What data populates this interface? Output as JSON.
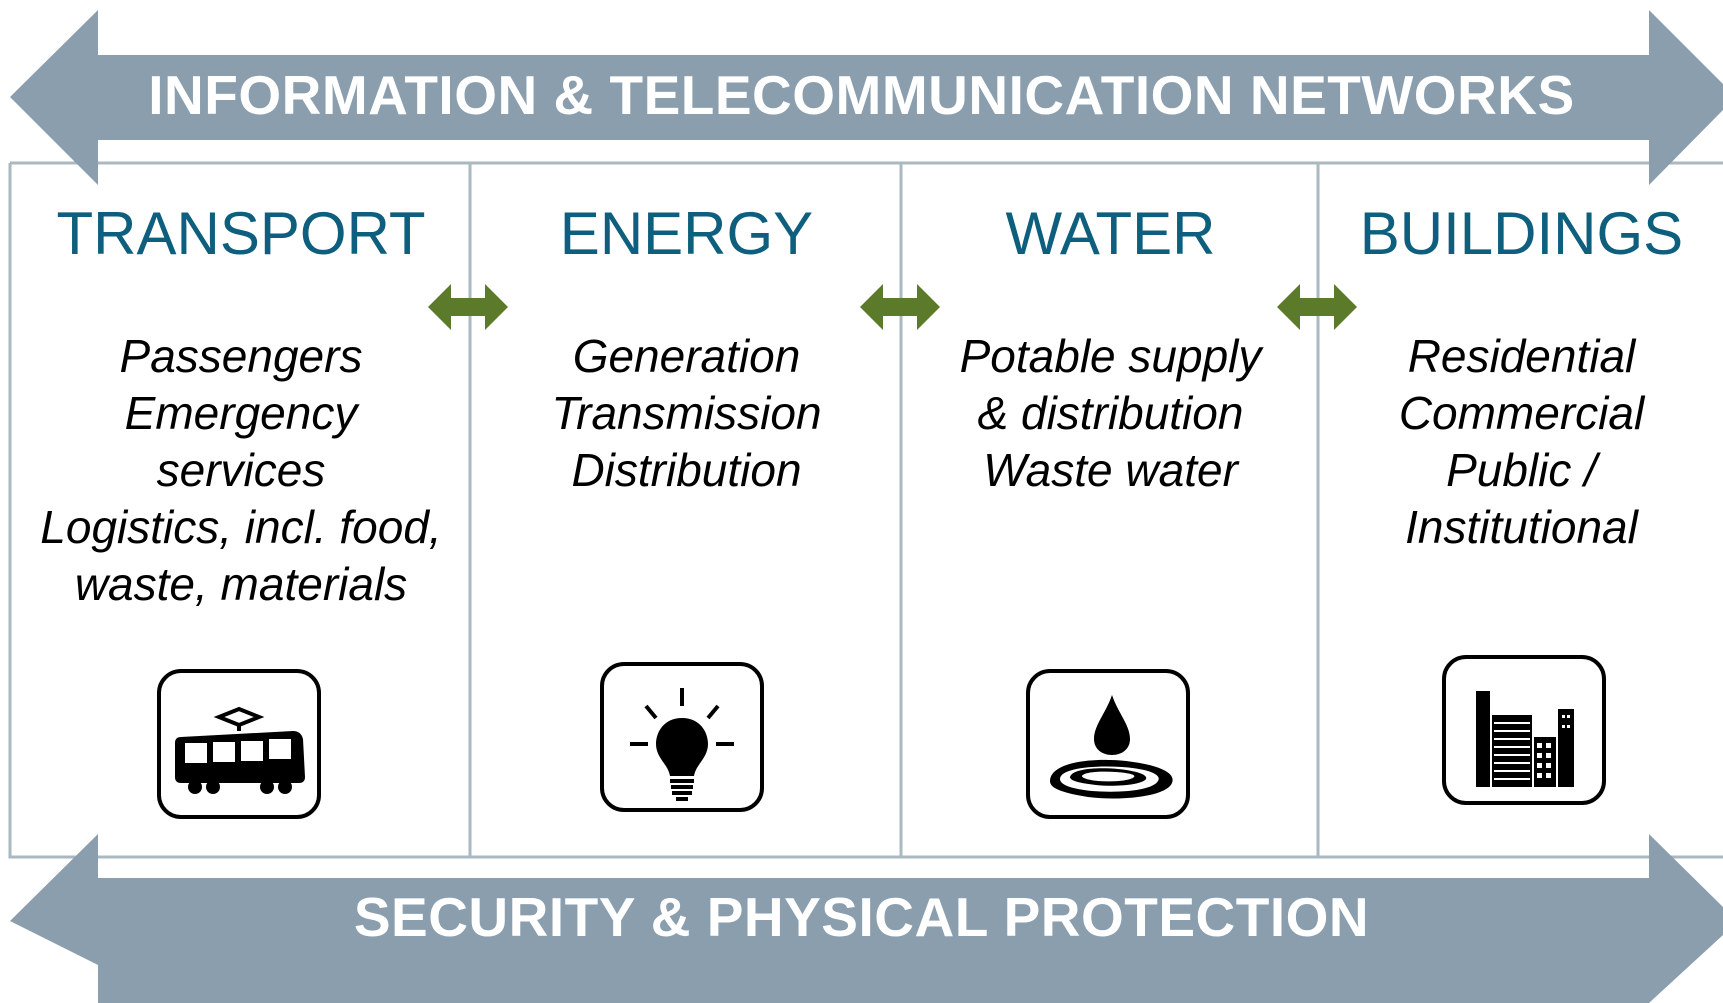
{
  "banners": {
    "top": "INFORMATION & TELECOMMUNICATION NETWORKS",
    "bottom": "SECURITY & PHYSICAL PROTECTION"
  },
  "sectors": [
    {
      "title": "TRANSPORT",
      "lines": [
        "Passengers",
        "Emergency",
        "services",
        "Logistics, incl. food,",
        "waste, materials"
      ],
      "icon": "tram-icon"
    },
    {
      "title": "ENERGY",
      "lines": [
        "Generation",
        "Transmission",
        "Distribution"
      ],
      "icon": "light-bulb-icon"
    },
    {
      "title": "WATER",
      "lines": [
        "Potable supply",
        "& distribution",
        "Waste water"
      ],
      "icon": "water-drop-icon"
    },
    {
      "title": "BUILDINGS",
      "lines": [
        "Residential",
        "Commercial",
        "Public /",
        "Institutional"
      ],
      "icon": "buildings-icon"
    }
  ],
  "colors": {
    "banner": "#8a9eae",
    "title": "#0e5f7d",
    "connector_arrow": "#5b7a2a",
    "divider": "#aab8c2"
  }
}
